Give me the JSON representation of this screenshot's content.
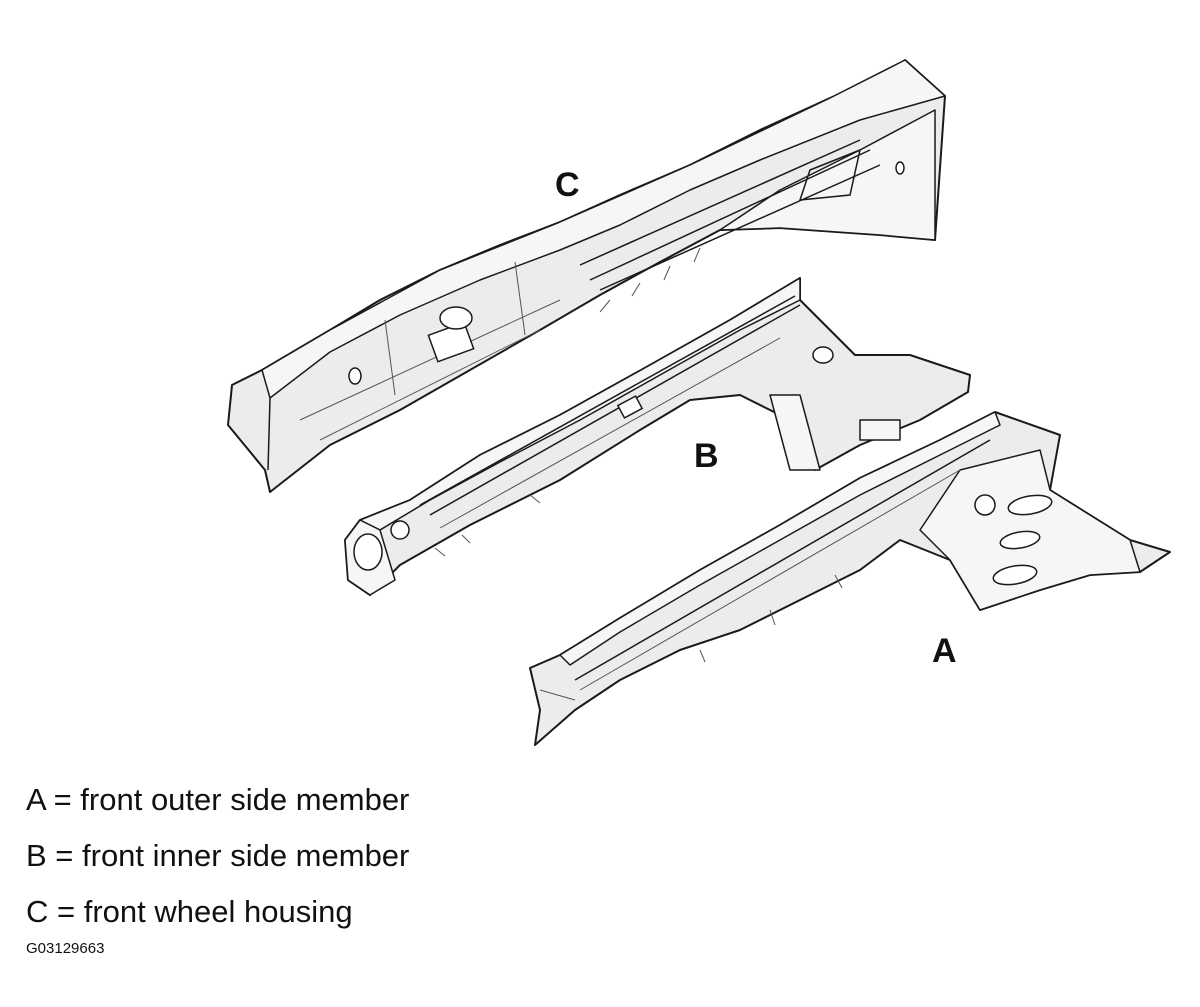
{
  "callouts": {
    "a": "A",
    "b": "B",
    "c": "C"
  },
  "legend": {
    "a": "A = front outer side member",
    "b": "B = front inner side member",
    "c": "C = front wheel housing"
  },
  "figure_id": "G03129663",
  "colors": {
    "line": "#1a1a1a",
    "part_fill": "#ececec",
    "background": "#ffffff"
  }
}
